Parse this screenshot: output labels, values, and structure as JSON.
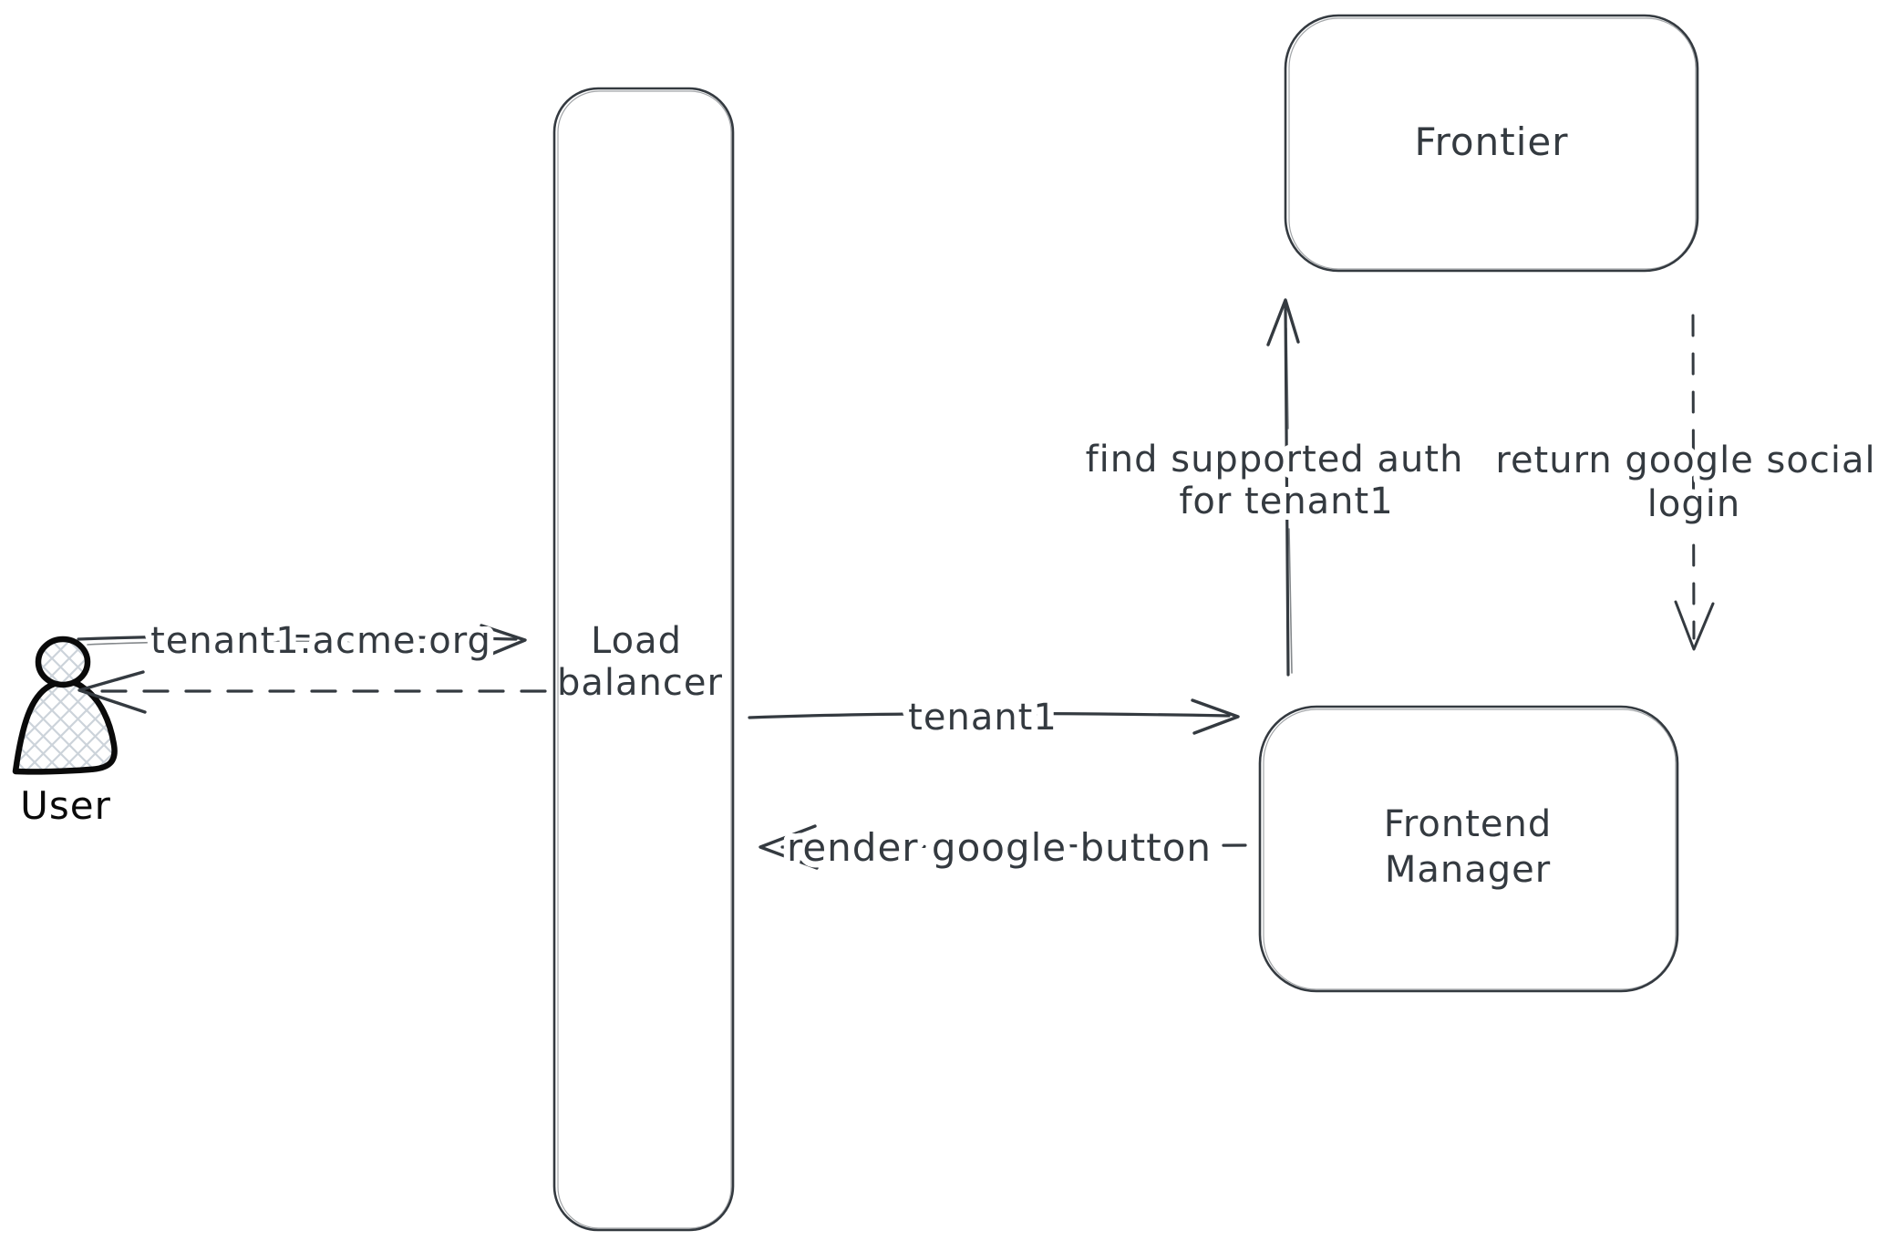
{
  "diagram": {
    "background": "#ffffff",
    "stroke_color": "#343a40",
    "actor_color": "#0a0a0a",
    "crosshatch_color": "#ccd3da",
    "nodes": {
      "user": {
        "label": "User",
        "type": "actor"
      },
      "load_balancer": {
        "label": "Load balancer",
        "line1": "Load",
        "line2": "balancer"
      },
      "frontier": {
        "label": "Frontier"
      },
      "frontend_manager": {
        "label": "Frontend Manager",
        "line1": "Frontend",
        "line2": "Manager"
      }
    },
    "edges": {
      "user_to_load_balancer": {
        "label": "tenant1.acme.org",
        "style": "solid",
        "direction": "right"
      },
      "load_balancer_to_user": {
        "label": "",
        "style": "dashed",
        "direction": "left"
      },
      "load_balancer_to_frontend_manager": {
        "label": "tenant1",
        "style": "solid",
        "direction": "right"
      },
      "frontend_manager_to_load_balancer": {
        "label": "render google button",
        "style": "dashed",
        "direction": "left"
      },
      "frontend_manager_to_frontier": {
        "label": "find supported auth for tenant1",
        "line1": "find supported auth",
        "line2": "for tenant1",
        "style": "solid",
        "direction": "up"
      },
      "frontier_to_frontend_manager": {
        "label": "return google social login",
        "line1": "return google social",
        "line2": "login",
        "style": "dashed",
        "direction": "down"
      }
    }
  }
}
